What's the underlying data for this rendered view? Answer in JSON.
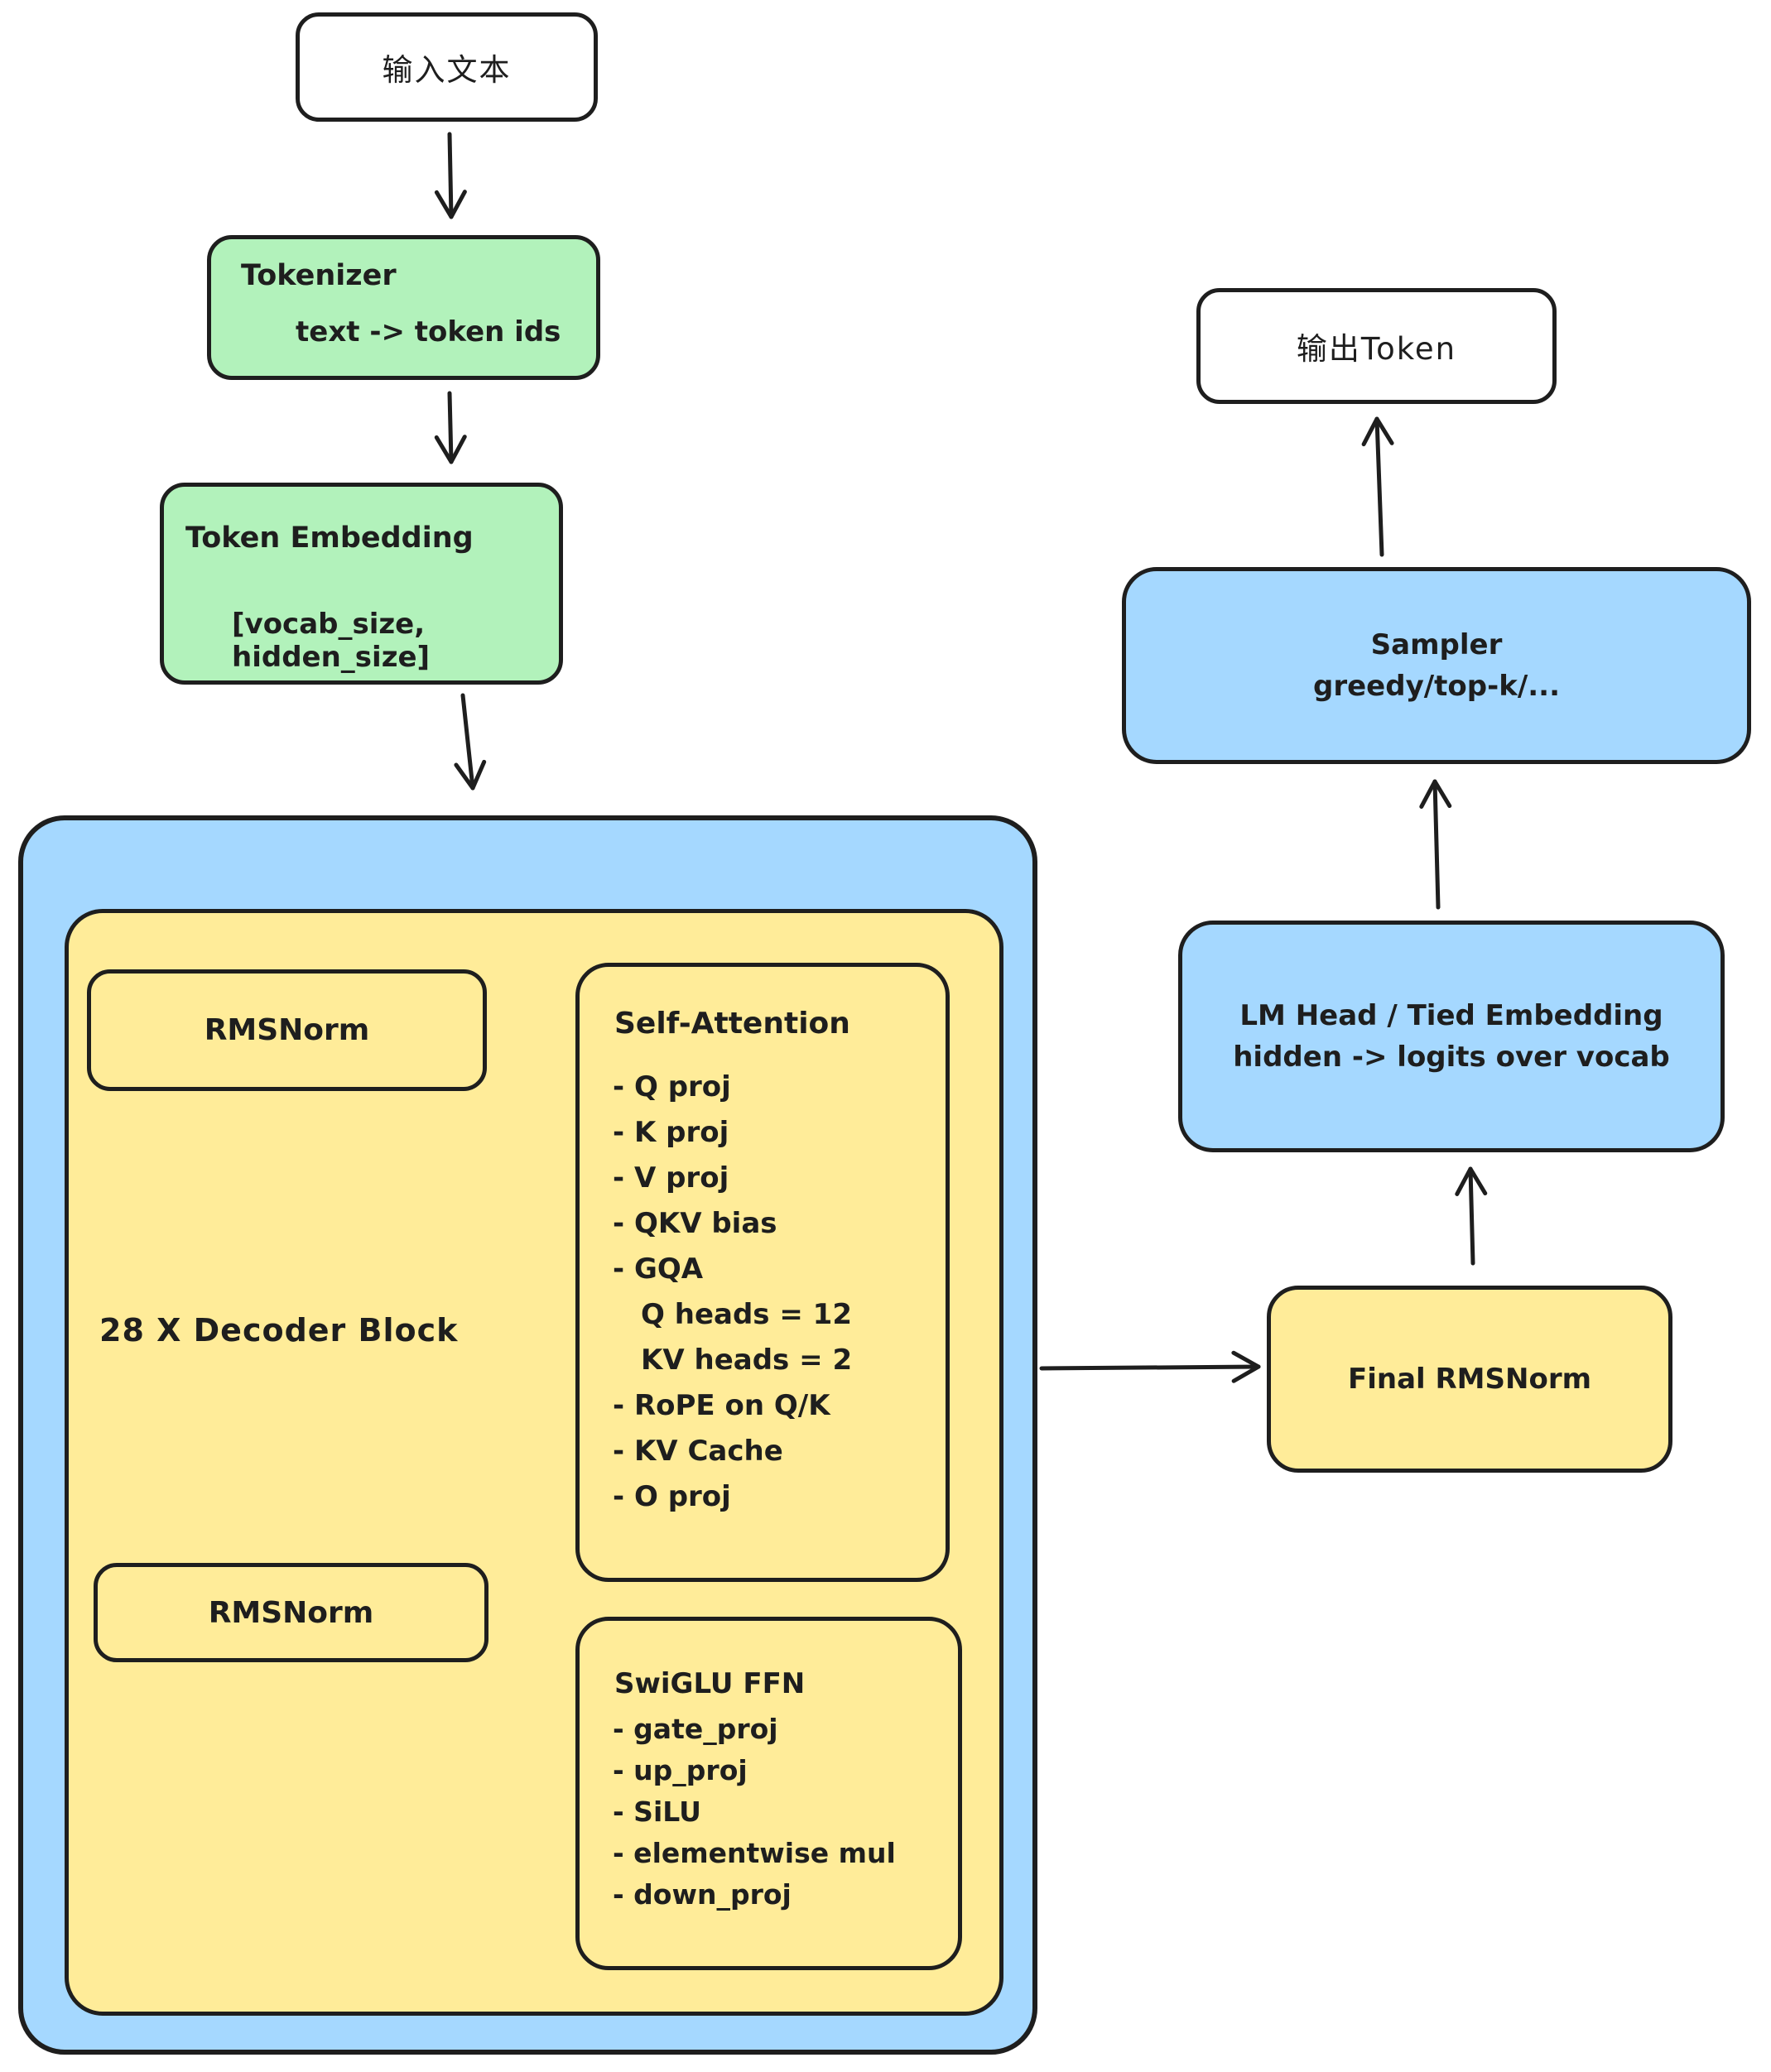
{
  "colors": {
    "box_green": "#b2f2bb",
    "box_yellow": "#ffec99",
    "box_blue": "#a5d8ff",
    "box_white": "#ffffff",
    "stroke": "#1e1e1e",
    "background": "#ffffff"
  },
  "input_box": {
    "label": "输入文本"
  },
  "tokenizer": {
    "title": "Tokenizer",
    "subtitle": "text -> token ids"
  },
  "token_embedding": {
    "title": "Token Embedding",
    "subtitle": "[vocab_size, hidden_size]"
  },
  "decoder": {
    "label": "28 X Decoder Block",
    "rmsnorm_top": "RMSNorm",
    "rmsnorm_bottom": "RMSNorm",
    "self_attention": {
      "title": "Self-Attention",
      "items": [
        "- Q proj",
        "- K proj",
        "- V proj",
        "- QKV bias",
        "- GQA",
        "Q heads = 12",
        "KV heads = 2",
        "- RoPE on Q/K",
        "- KV Cache",
        "- O proj"
      ]
    },
    "swiglu": {
      "title": "SwiGLU FFN",
      "items": [
        "- gate_proj",
        "- up_proj",
        "- SiLU",
        "- elementwise mul",
        "- down_proj"
      ]
    }
  },
  "final_rmsnorm": {
    "label": "Final RMSNorm"
  },
  "lm_head": {
    "line1": "LM Head / Tied Embedding",
    "line2": "hidden -> logits over vocab"
  },
  "sampler": {
    "line1": "Sampler",
    "line2": "greedy/top-k/..."
  },
  "output_box": {
    "label": "输出Token"
  }
}
